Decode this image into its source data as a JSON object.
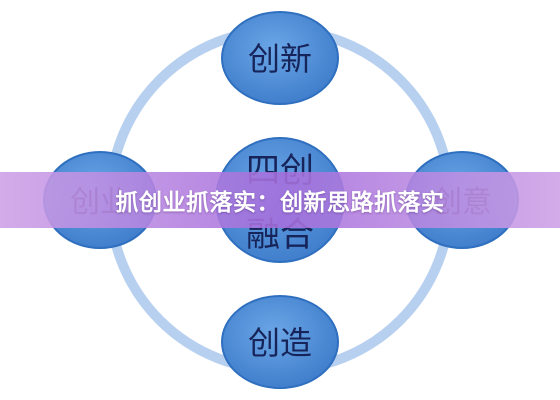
{
  "diagram": {
    "nodes": {
      "top": "创新",
      "left": "创业",
      "right": "创意",
      "bottom": "创造",
      "center_line1": "四创",
      "center_line2": "融合"
    },
    "colors": {
      "node_fill": "#4a8bd6",
      "node_edge": "#2f6fbf",
      "ring": "#b8d0f0",
      "label": "#16245a"
    }
  },
  "banner": {
    "text": "抓创业抓落实：创新思路抓落实"
  }
}
